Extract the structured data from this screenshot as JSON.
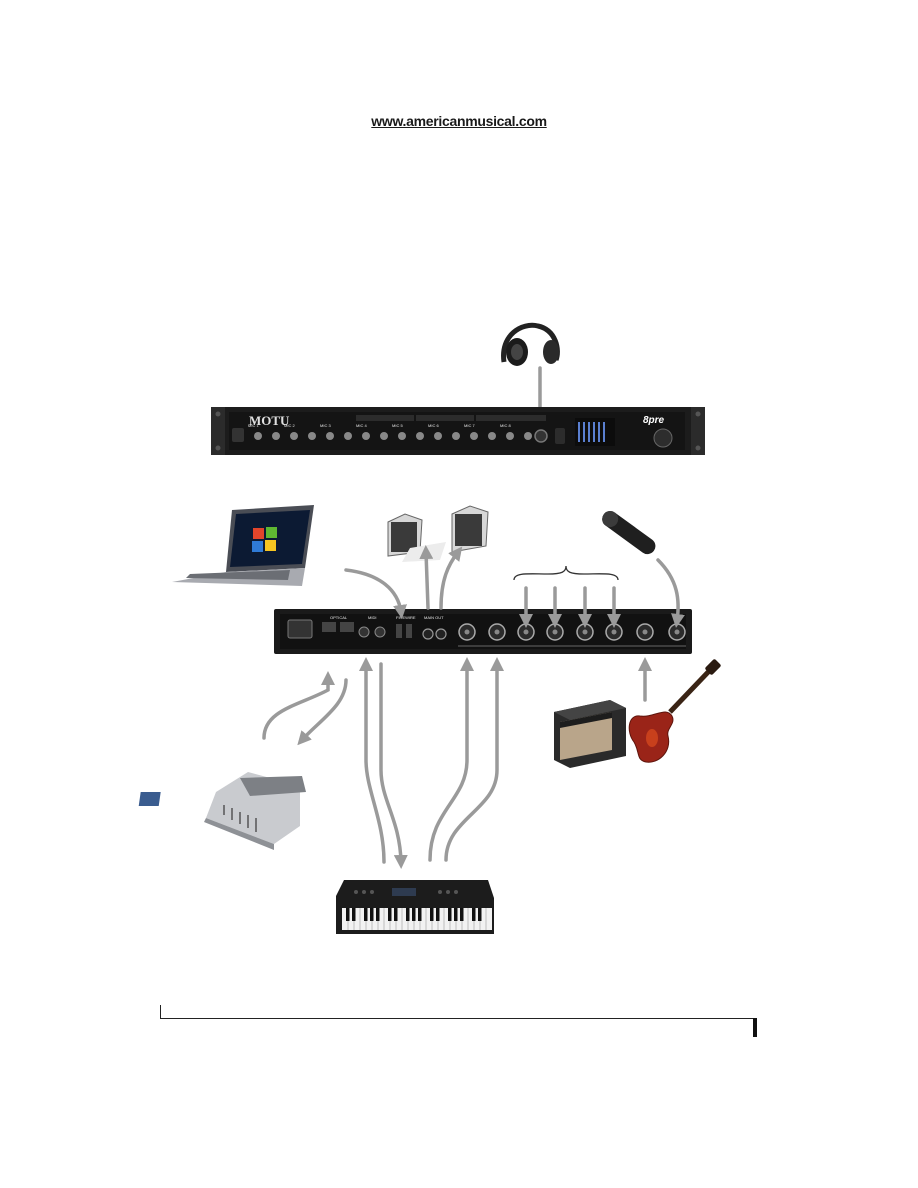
{
  "header": {
    "url": "www.americanmusical.com"
  },
  "device": {
    "brand": "MOTU",
    "model_logo": "8pre",
    "front_labels": [
      "MIC 1",
      "MIC 2",
      "MIC 3",
      "MIC 4",
      "MIC 5",
      "MIC 6",
      "MIC 7",
      "MIC 8"
    ],
    "rear_labels": [
      "OPTICAL",
      "MIDI",
      "FIREWIRE",
      "MAIN OUT"
    ]
  },
  "peripherals": [
    "headphones-icon",
    "laptop-icon",
    "studio-monitor-left-icon",
    "studio-monitor-right-icon",
    "microphone-icon",
    "guitar-amp-icon",
    "electric-guitar-icon",
    "digital-mixer-icon",
    "midi-keyboard-icon"
  ],
  "colors": {
    "cable": "#9a9a9a",
    "device": "#1c1c1c",
    "footer": "#222222"
  }
}
